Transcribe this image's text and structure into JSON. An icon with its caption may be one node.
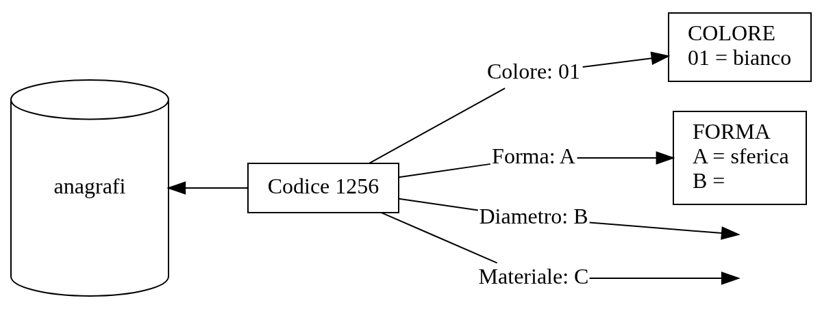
{
  "diagram": {
    "nodes": [
      {
        "text": [
          "anagrafi"
        ]
      },
      {
        "text": [
          "Codice 1256"
        ]
      },
      {
        "text": [
          "Colore: 01"
        ]
      },
      {
        "text": [
          "Forma: A"
        ]
      },
      {
        "text": [
          "Diametro: B"
        ]
      },
      {
        "text": [
          "Materiale: C"
        ]
      },
      {
        "text": [
          "COLORE",
          "01 = bianco"
        ]
      },
      {
        "text": [
          "FORMA",
          "A = sferica",
          "B ="
        ]
      }
    ],
    "edges": [
      {
        "from": 1,
        "to": 0,
        "arrow": "to"
      },
      {
        "from": 1,
        "to": 2,
        "arrow": "none"
      },
      {
        "from": 1,
        "to": 3,
        "arrow": "none"
      },
      {
        "from": 1,
        "to": 4,
        "arrow": "none"
      },
      {
        "from": 1,
        "to": 5,
        "arrow": "none"
      },
      {
        "from": 2,
        "to": 6,
        "arrow": "to"
      },
      {
        "from": 3,
        "to": 7,
        "arrow": "to"
      },
      {
        "from": 4,
        "to": null,
        "arrow": "to"
      },
      {
        "from": 5,
        "to": null,
        "arrow": "to"
      }
    ]
  }
}
